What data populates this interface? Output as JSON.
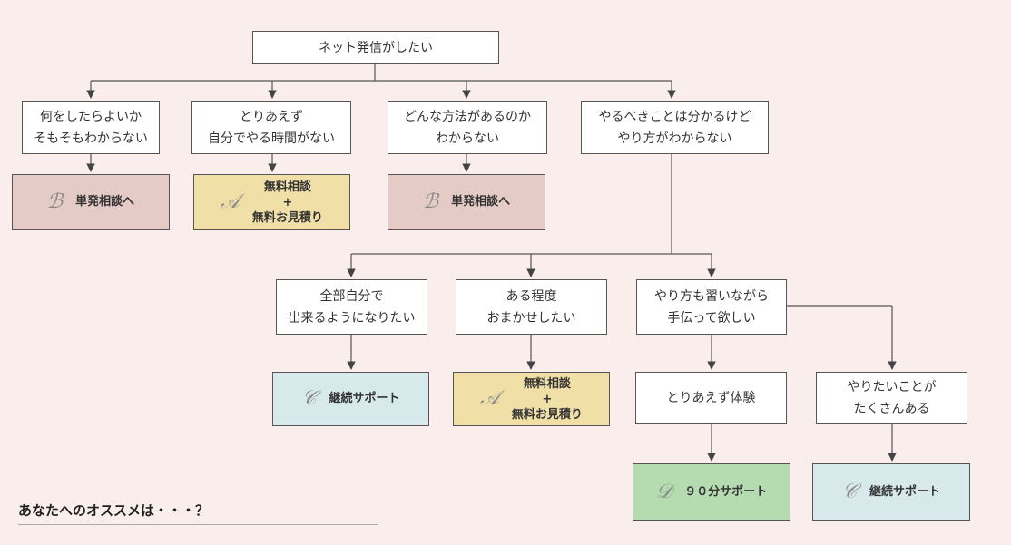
{
  "root": {
    "lines": [
      "ネット発信がしたい"
    ]
  },
  "q1": {
    "lines": [
      "何をしたらよいか",
      "そもそもわからない"
    ]
  },
  "q2": {
    "lines": [
      "とりあえず",
      "自分でやる時間がない"
    ]
  },
  "q3": {
    "lines": [
      "どんな方法があるのか",
      "わからない"
    ]
  },
  "q4": {
    "lines": [
      "やるべきことは分かるけど",
      "やり方がわからない"
    ]
  },
  "r1": {
    "letter": "ℬ",
    "label": "単発相談へ"
  },
  "r2": {
    "letter": "𝒜",
    "line1": "無料相談",
    "line2": "+",
    "line3": "無料お見積り"
  },
  "r3": {
    "letter": "ℬ",
    "label": "単発相談へ"
  },
  "s1": {
    "lines": [
      "全部自分で",
      "出来るようになりたい"
    ]
  },
  "s2": {
    "lines": [
      "ある程度",
      "おまかせしたい"
    ]
  },
  "s3": {
    "lines": [
      "やり方も習いながら",
      "手伝って欲しい"
    ]
  },
  "r4": {
    "letter": "𝒞",
    "label": "継続サポート"
  },
  "r5": {
    "letter": "𝒜",
    "line1": "無料相談",
    "line2": "+",
    "line3": "無料お見積り"
  },
  "t1": {
    "lines": [
      "とりあえず体験"
    ]
  },
  "t2": {
    "lines": [
      "やりたいことが",
      "たくさんある"
    ]
  },
  "r6": {
    "letter": "𝒟",
    "label": "９０分サポート"
  },
  "r7": {
    "letter": "𝒞",
    "label": "継続サポート"
  },
  "footer": {
    "text": "あなたへのオススメは・・・？"
  },
  "colors": {
    "pink": "#e5cbc5",
    "yellow": "#f1dfa8",
    "blue": "#d8e9ec",
    "green": "#b5dbb1",
    "background": "#f9eeec"
  }
}
